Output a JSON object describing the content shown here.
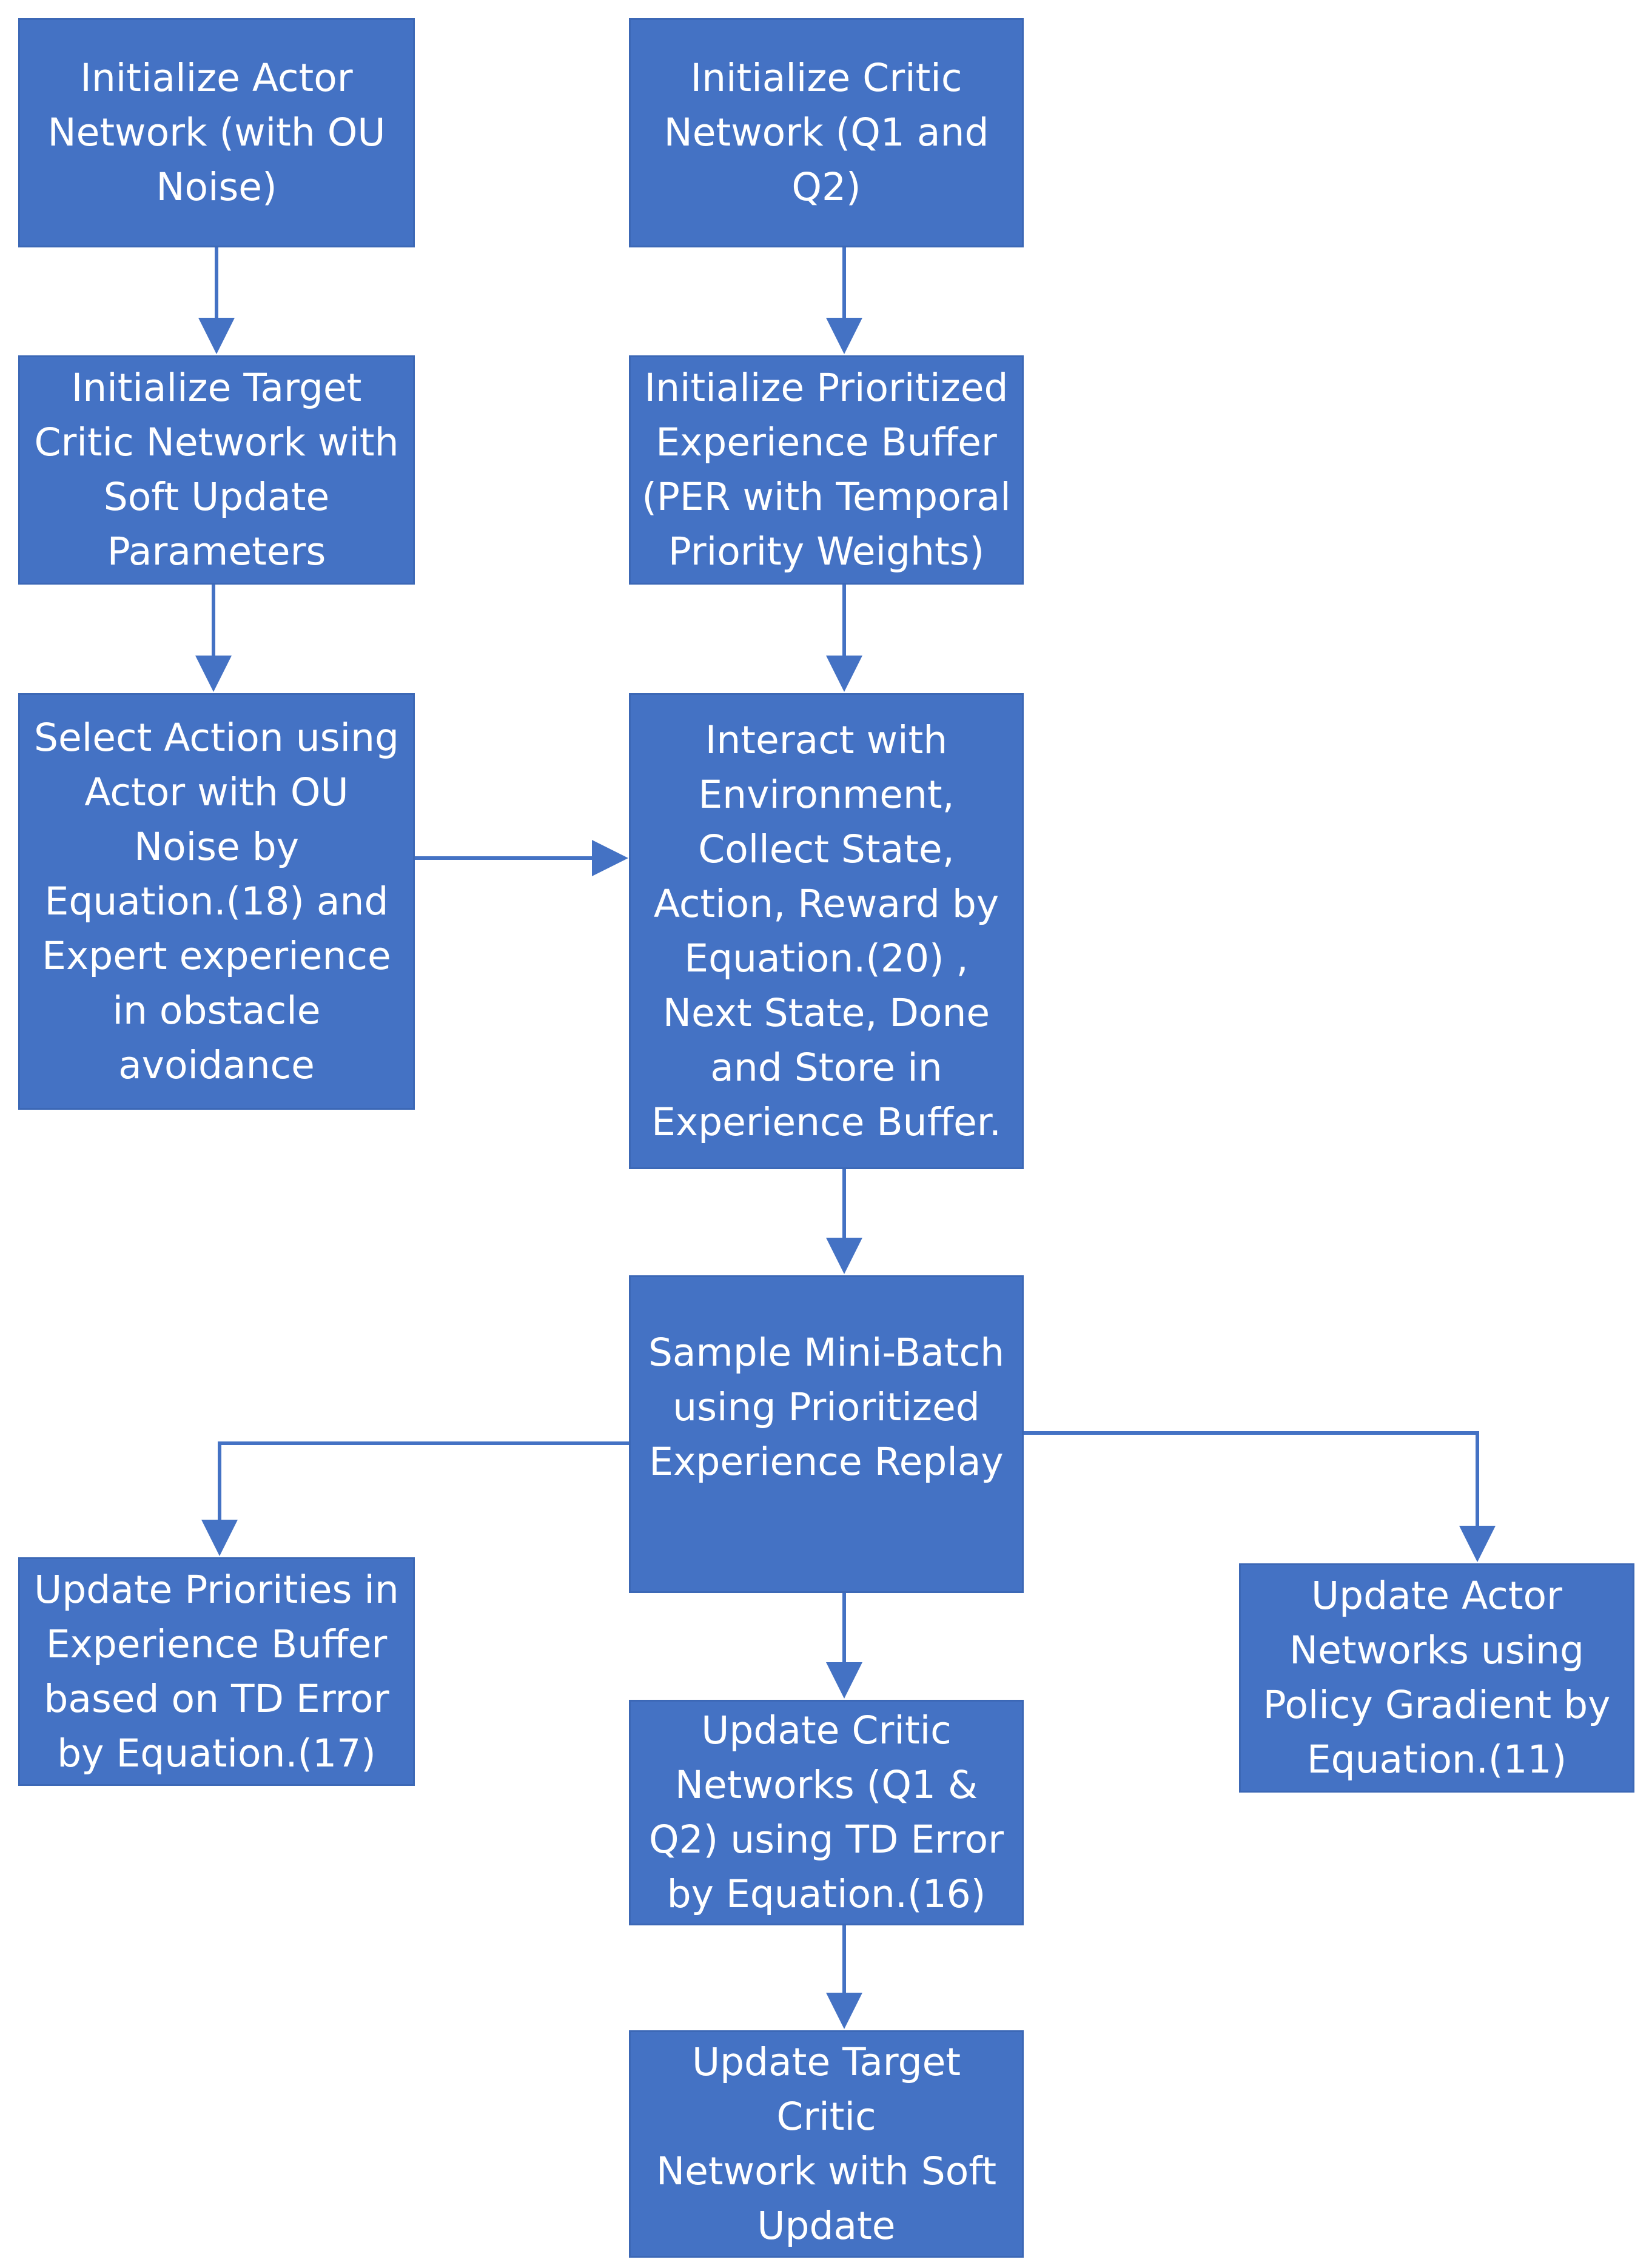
{
  "colors": {
    "box_fill": "#4472C4",
    "box_text": "#FFFFFF",
    "connector": "#4472C4",
    "background": "#FFFFFF"
  },
  "nodes": {
    "init_actor": "Initialize Actor\nNetwork (with OU\nNoise)",
    "init_critic": "Initialize Critic\nNetwork (Q1 and\nQ2)",
    "init_target_critic": "Initialize Target\nCritic Network with\nSoft Update\nParameters",
    "init_per": "Initialize Prioritized\nExperience Buffer\n(PER with Temporal\nPriority Weights)",
    "select_action": "Select Action using\nActor with OU\nNoise by\nEquation.(18) and\nExpert experience\nin obstacle\navoidance",
    "interact_env": "Interact with\nEnvironment,\nCollect State,\nAction, Reward by\nEquation.(20) ,\nNext State, Done\nand Store in\nExperience Buffer.",
    "sample_batch": "Sample Mini-Batch\nusing Prioritized\nExperience Replay",
    "update_priorities": "Update Priorities in\nExperience Buffer\nbased on TD Error\nby Equation.(17)",
    "update_critic": "Update Critic\nNetworks (Q1 &\nQ2) using TD Error\nby Equation.(16)",
    "update_actor": "Update Actor\nNetworks  using\nPolicy Gradient by\nEquation.(11)",
    "update_target": "Update Target Critic\nNetwork with Soft\nUpdate"
  }
}
